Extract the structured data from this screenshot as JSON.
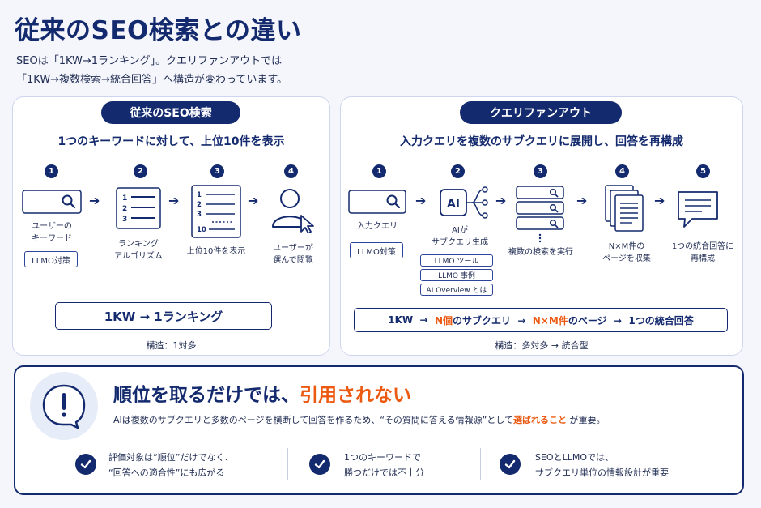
{
  "header": {
    "title": "従来のSEO検索との違い",
    "lead_line1": "SEOは「1KW→1ランキング」。クエリファンアウトでは",
    "lead_line2": "「1KW→複数検索→統合回答」へ構造が変わっています。"
  },
  "left_panel": {
    "pill": "従来のSEO検索",
    "subhead": "1つのキーワードに対して、上位10件を表示",
    "steps": [
      {
        "num": "1",
        "caption": "ユーザーの\nキーワード",
        "icon": "search-box-icon",
        "tag": "LLMO対策"
      },
      {
        "num": "2",
        "caption": "ランキング\nアルゴリズム",
        "icon": "ranking-list-icon"
      },
      {
        "num": "3",
        "caption": "上位10件を表示",
        "icon": "results-page-icon",
        "doc_numbers": [
          "1",
          "2",
          "3",
          "10"
        ]
      },
      {
        "num": "4",
        "caption": "ユーザーが\n選んで閲覧",
        "icon": "user-click-icon"
      }
    ],
    "flow": "1KW  →  1ランキング",
    "structure": "構造：1対多"
  },
  "right_panel": {
    "pill": "クエリファンアウト",
    "subhead": "入力クエリを複数のサブクエリに展開し、回答を再構成",
    "steps": [
      {
        "num": "1",
        "caption": "入力クエリ",
        "icon": "search-box-icon",
        "tag": "LLMO対策"
      },
      {
        "num": "2",
        "caption": "AIが\nサブクエリ生成",
        "icon": "ai-branch-icon",
        "icon_label": "AI",
        "tags": [
          "LLMO ツール",
          "LLMO 事例",
          "AI Overview とは"
        ]
      },
      {
        "num": "3",
        "caption": "複数の検索を実行",
        "icon": "search-stack-icon"
      },
      {
        "num": "4",
        "caption": "N×M件の\nページを収集",
        "icon": "pages-stack-icon"
      },
      {
        "num": "5",
        "caption": "1つの統合回答に\n再構成",
        "icon": "chat-bubble-icon"
      }
    ],
    "flow": {
      "a": "1KW  →  ",
      "b": "N個",
      "c": "のサブクエリ  →  ",
      "d": "N×M件",
      "e": "のページ  →  1つの統合回答"
    },
    "structure": "構造：多対多 → 統合型"
  },
  "bottom": {
    "headline_a": "順位を取るだけでは、",
    "headline_b": "引用されない",
    "desc_a": "AIは複数のサブクエリと多数のページを横断して回答を作るため、“その質問に答える情報源”として",
    "desc_b": "選ばれること",
    "desc_c": "が重要。",
    "points": [
      "評価対象は“順位”だけでなく、\n“回答への適合性”にも広がる",
      "1つのキーワードで\n勝つだけでは不十分",
      "SEOとLLMOでは、\nサブクエリ単位の情報設計が重要"
    ]
  },
  "colors": {
    "navy": "#142a6e",
    "orange": "#ec5a12",
    "background": "#f4f6fb"
  }
}
